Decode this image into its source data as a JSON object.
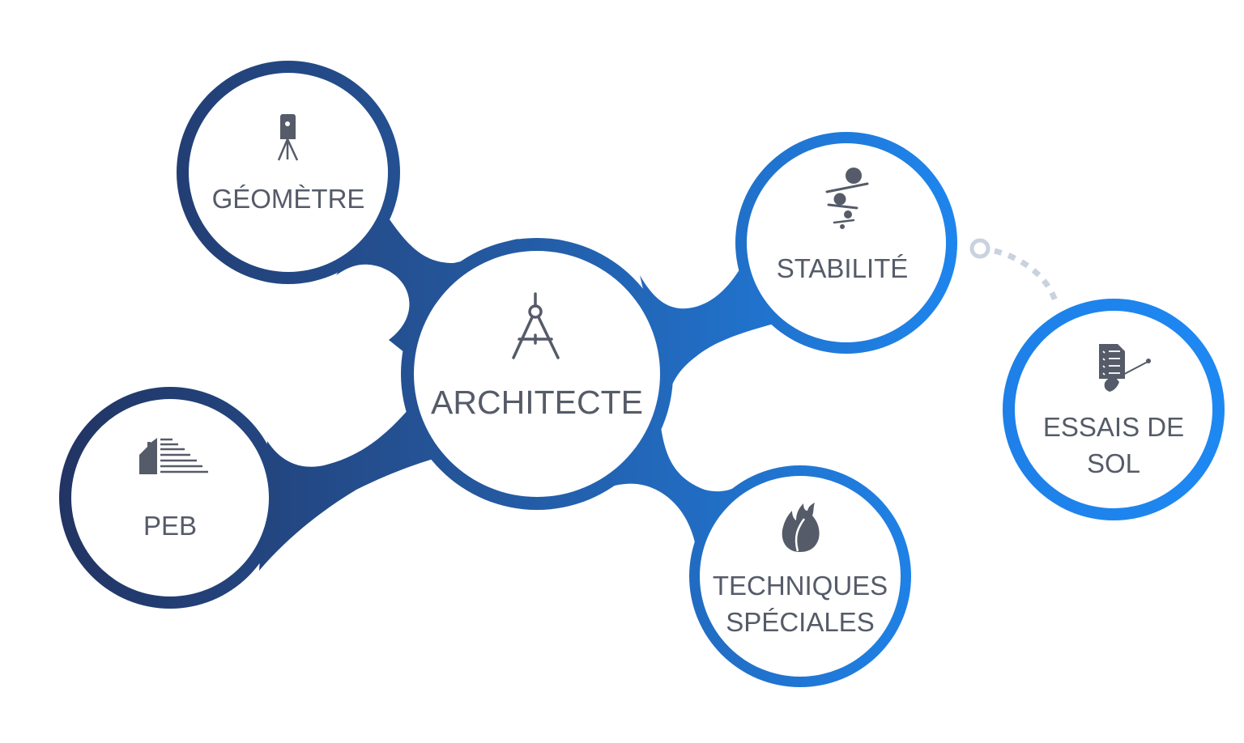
{
  "diagram": {
    "type": "hub-and-spoke",
    "colors": {
      "gradient_start": "#223463",
      "gradient_mid": "#24569b",
      "gradient_end": "#1e86ef",
      "text": "#555b68",
      "icon": "#555b68",
      "dotted_connector": "#c9d2de",
      "node_fill": "#ffffff"
    },
    "center": {
      "label": "ARCHITECTE",
      "icon": "drafting-compass-icon"
    },
    "nodes": [
      {
        "id": "geometre",
        "label": "GÉOMÈTRE",
        "icon": "surveying-tripod-icon"
      },
      {
        "id": "peb",
        "label": "PEB",
        "icon": "house-energy-bars-icon"
      },
      {
        "id": "stabilite",
        "label": "STABILITÉ",
        "icon": "balancing-stones-icon"
      },
      {
        "id": "techniques",
        "label_lines": [
          "TECHNIQUES",
          "SPÉCIALES"
        ],
        "icon": "flame-icon"
      },
      {
        "id": "essais",
        "label_lines": [
          "ESSAIS DE",
          "SOL"
        ],
        "icon": "soil-test-checklist-shovel-icon"
      }
    ],
    "connectors": [
      {
        "from": "architecte",
        "to": "geometre",
        "style": "solid-blob"
      },
      {
        "from": "architecte",
        "to": "peb",
        "style": "solid-blob"
      },
      {
        "from": "architecte",
        "to": "stabilite",
        "style": "solid-blob"
      },
      {
        "from": "architecte",
        "to": "techniques",
        "style": "solid-blob"
      },
      {
        "from": "stabilite",
        "to": "essais",
        "style": "dotted"
      }
    ]
  }
}
